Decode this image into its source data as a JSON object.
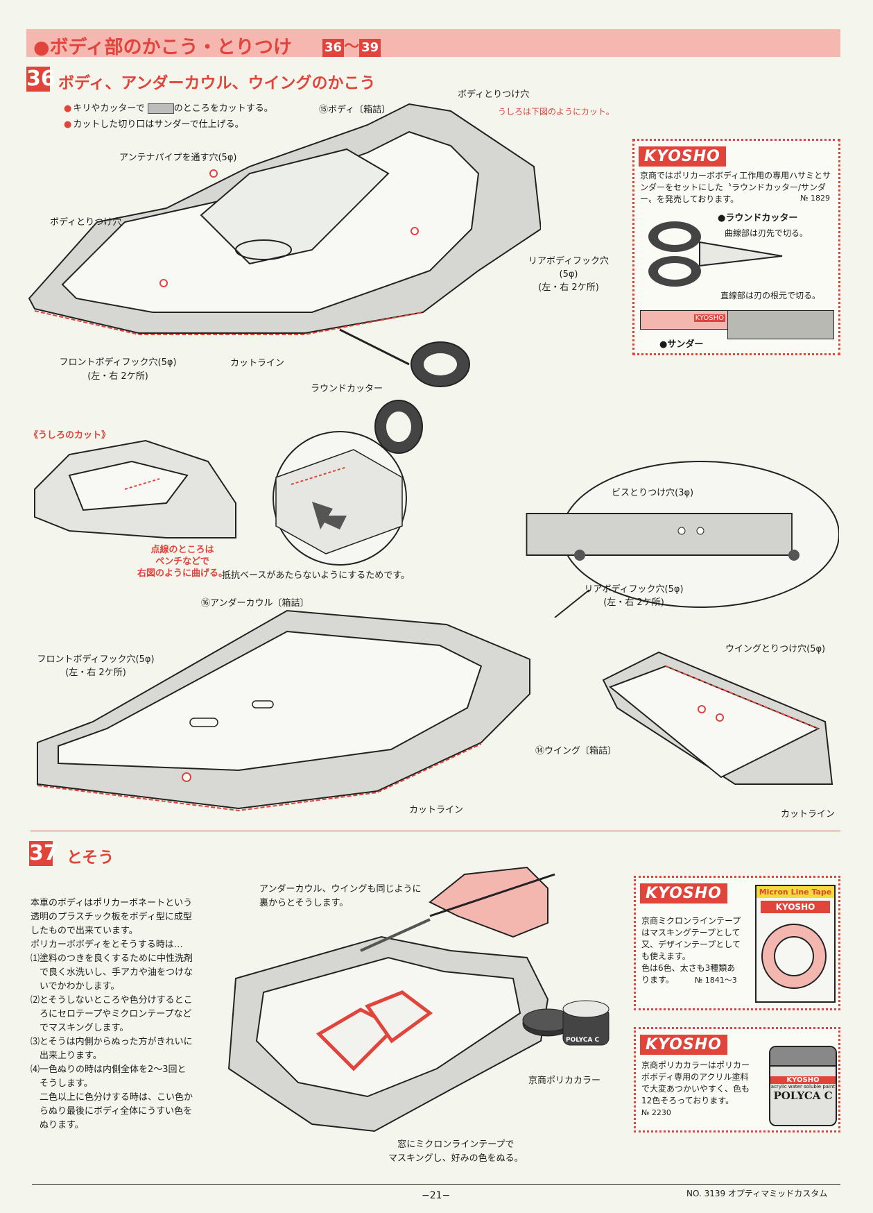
{
  "header": {
    "title": "●ボディ部のかこう・とりつけ",
    "range_start": "36",
    "range_sep": "〜",
    "range_end": "39"
  },
  "section36": {
    "number": "36",
    "title": "ボディ、アンダーカウル、ウイングのかこう",
    "bullets": [
      "キリやカッターで",
      "のところをカットする。",
      "カットした切り口はサンダーで仕上げる。"
    ],
    "labels": {
      "body_part": "⑮ボディ〔箱詰〕",
      "body_mount_hole_top": "ボディとりつけ穴",
      "rear_cut_note": "うしろは下図のようにカット。",
      "antenna_hole": "アンテナパイプを通す穴(5φ)",
      "body_mount_hole_left": "ボディとりつけ穴",
      "rear_hook_hole": "リアボディフック穴",
      "rear_hook_size": "(5φ)",
      "rear_hook_count": "(左・右 2ケ所)",
      "front_hook_hole": "フロントボディフック穴(5φ)",
      "front_hook_count": "(左・右 2ケ所)",
      "cut_line": "カットライン",
      "round_cutter": "ラウンドカッター",
      "rear_cut_title": "《うしろのカット》",
      "dotted_note_1": "点線のところは",
      "dotted_note_2": "ペンチなどで",
      "dotted_note_3": "右図のように曲げる。",
      "dotted_note_4": "抵抗ベースがあたらないようにするためです。",
      "screw_holes": "ビスとりつけ穴(3φ)",
      "wing_rear_hook": "リアボディフック穴(5φ)",
      "wing_rear_hook_count": "(左・右 2ケ所)",
      "undercowl_part": "⑯アンダーカウル〔箱詰〕",
      "uc_front_hook": "フロントボディフック穴(5φ)",
      "uc_front_hook_count": "(左・右 2ケ所)",
      "uc_cut_line": "カットライン",
      "wing_mount_hole": "ウイングとりつけ穴(5φ)",
      "wing_part": "⑭ウイング〔箱詰〕",
      "wing_cut_line": "カットライン"
    }
  },
  "kyosho_cutter": {
    "logo": "KYOSHO",
    "text": "京商ではポリカーボボディ工作用の専用ハサミとサンダーをセットにした〝ラウンドカッター/サンダー〟を発売しております。",
    "part_no": "№ 1829",
    "cutter_label": "●ラウンドカッター",
    "curve_note": "曲線部は刃先で切る。",
    "straight_note": "直線部は刃の根元で切る。",
    "sander_label": "●サンダー",
    "sander_brand": "KYOSHO"
  },
  "section37": {
    "number": "37",
    "title": "とそう",
    "intro": [
      "本車のボディはポリカーボネートという",
      "透明のプラスチック板をボディ型に成型",
      "したもので出来ています。",
      "ポリカーボボディをとそうする時は…"
    ],
    "steps": [
      {
        "num": "⑴",
        "lines": [
          "塗料のつきを良くするために中性洗剤",
          "で良く水洗いし、手アカや油をつけな",
          "いでかわかします。"
        ]
      },
      {
        "num": "⑵",
        "lines": [
          "とそうしないところや色分けするとこ",
          "ろにセロテープやミクロンテープなど",
          "でマスキングします。"
        ]
      },
      {
        "num": "⑶",
        "lines": [
          "とそうは内側からぬった方がきれいに",
          "出来上ります。"
        ]
      },
      {
        "num": "⑷",
        "lines": [
          "一色ぬりの時は内側全体を2〜3回と",
          "そうします。",
          "二色以上に色分けする時は、こい色か",
          "らぬり最後にボディ全体にうすい色を",
          "ぬります。"
        ]
      }
    ],
    "note_top_1": "アンダーカウル、ウイングも同じように",
    "note_top_2": "裏からとそうします。",
    "paint_label": "京商ポリカカラー",
    "window_note_1": "窓にミクロンラインテープで",
    "window_note_2": "マスキングし、好みの色をぬる。",
    "jar_label": "POLYCA C"
  },
  "kyosho_tape": {
    "logo": "KYOSHO",
    "lines": [
      "京商ミクロンラインテープ",
      "はマスキングテープとして",
      "又、デザインテープとして",
      "も使えます。",
      "色は6色、太さも3種類あ",
      "ります。"
    ],
    "part_no": "№ 1841〜3",
    "package_title": "Micron Line Tape",
    "package_brand": "KYOSHO"
  },
  "kyosho_paint": {
    "logo": "KYOSHO",
    "lines": [
      "京商ポリカカラーはポリカー",
      "ボボディ専用のアクリル塗料",
      "で大変あつかいやすく、色も",
      "12色そろっております。"
    ],
    "part_no": "№ 2230",
    "jar_brand": "KYOSHO",
    "jar_sub": "acrylic water soluble paint",
    "jar_name": "POLYCA C"
  },
  "footer": {
    "page": "−21−",
    "doc": "NO. 3139  オプティマミッドカスタム"
  }
}
